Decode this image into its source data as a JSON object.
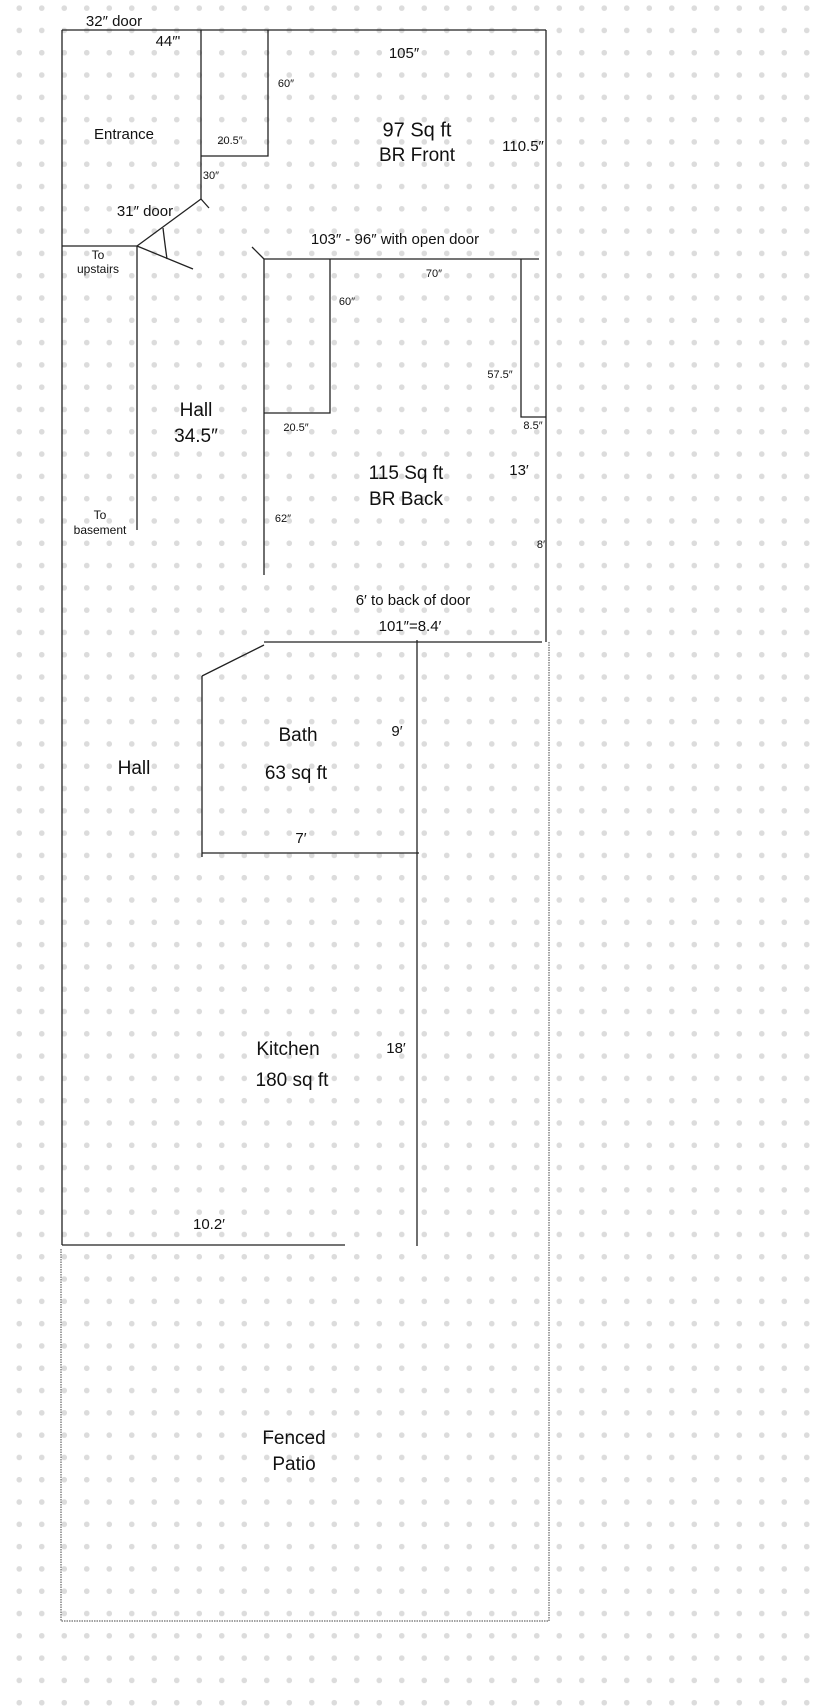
{
  "labels": {
    "door_32": "32″ door",
    "closet_44": "44″'",
    "front_105": "105″",
    "closet_60": "60″",
    "entrance": "Entrance",
    "closet_20_5": "20.5″",
    "br_front_area": "97 Sq ft",
    "br_front_name": "BR Front",
    "front_110_5": "110.5″",
    "dim_30": "30″",
    "door_31": "31″ door",
    "back_width": "103″ - 96″ with open door",
    "to_upstairs_1": "To",
    "to_upstairs_2": "upstairs",
    "dim_70": "70″",
    "back_closet_60": "60″",
    "dim_57_5": "57.5″",
    "hall_name": "Hall",
    "hall_width": "34.5″",
    "back_closet_20_5": "20.5″",
    "dim_8_5": "8.5″",
    "br_back_area": "115 Sq ft",
    "br_back_name": "BR Back",
    "dim_13": "13′",
    "to_basement_1": "To",
    "to_basement_2": "basement",
    "dim_62": "62″",
    "dim_8": "8′",
    "back_of_door": "6′ to back of door",
    "dim_101": "101″=8.4′",
    "bath_name": "Bath",
    "bath_9": "9′",
    "hall2_name": "Hall",
    "bath_area": "63 sq ft",
    "bath_7": "7′",
    "kitchen_name": "Kitchen",
    "kitchen_area": "180 sq ft",
    "kitchen_18": "18′",
    "kitchen_10_2": "10.2′",
    "patio_1": "Fenced",
    "patio_2": "Patio"
  }
}
